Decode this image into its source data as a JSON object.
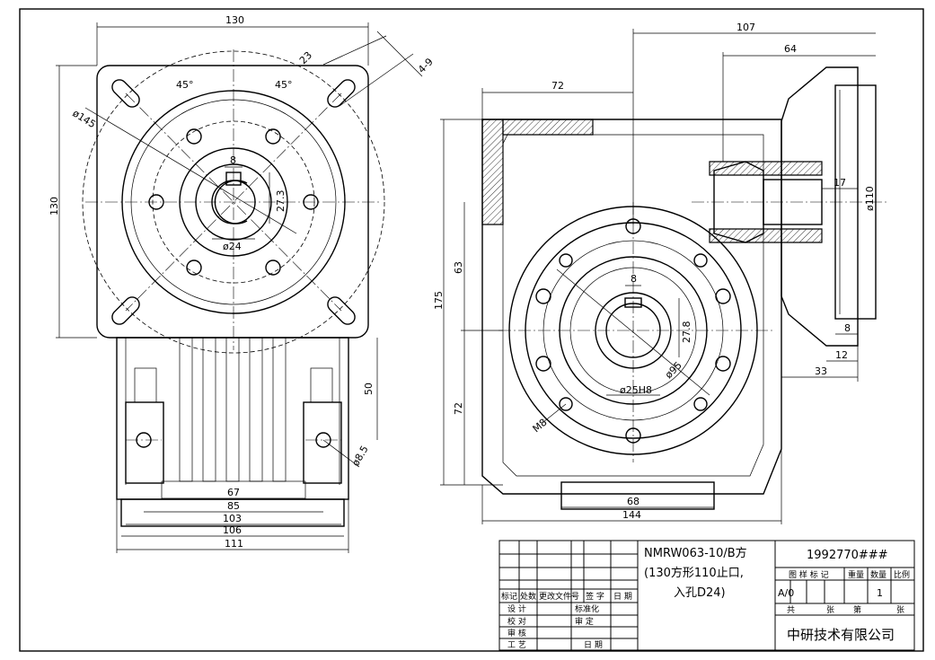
{
  "dimensions": {
    "left_view": {
      "width_top": "130",
      "height_left": "130",
      "bolt_circle": "ø145",
      "angle_a": "45°",
      "angle_b": "45°",
      "slot_width": "23",
      "slot_length": "4-9",
      "keyway": "8",
      "key_depth": "27.3",
      "bore": "ø24",
      "base_height": "50",
      "hole": "ø8.5",
      "base_w1": "67",
      "base_w2": "85",
      "base_w3": "103",
      "base_w4": "106",
      "base_w5": "111"
    },
    "right_view": {
      "overall_w": "107",
      "flange_w": "64",
      "half_w": "72",
      "total_h": "175",
      "upper_h": "63",
      "lower_h": "72",
      "input_dia": "ø110",
      "input_depth": "17",
      "spigot": "8",
      "spigot_12": "12",
      "offset_33": "33",
      "keyway": "8",
      "key_depth": "27.8",
      "pcd": "ø95",
      "bore": "ø25H8",
      "thread": "M8",
      "base_68": "68",
      "base_144": "144"
    }
  },
  "title_block": {
    "title_line1": "NMRW063-10/B方",
    "title_line2": "(130方形110止口,",
    "title_line3": "入孔D24)",
    "drawing_no": "1992770###",
    "col_mark": "图 样 标 记",
    "col_weight": "重量",
    "col_qty": "数量",
    "col_scale": "比例",
    "mark_value": "A/0",
    "qty_value": "1",
    "total_label": "共",
    "sheet_label_1": "张",
    "page_label": "第",
    "sheet_label_2": "张",
    "company": "中研技术有限公司",
    "rev_headers": [
      "标记",
      "处数",
      "更改文件号",
      "签 字",
      "日 期"
    ],
    "design": "设 计",
    "standard": "标准化",
    "check": "校 对",
    "review": "审 定",
    "audit": "审 核",
    "process": "工 艺",
    "date": "日 期"
  }
}
